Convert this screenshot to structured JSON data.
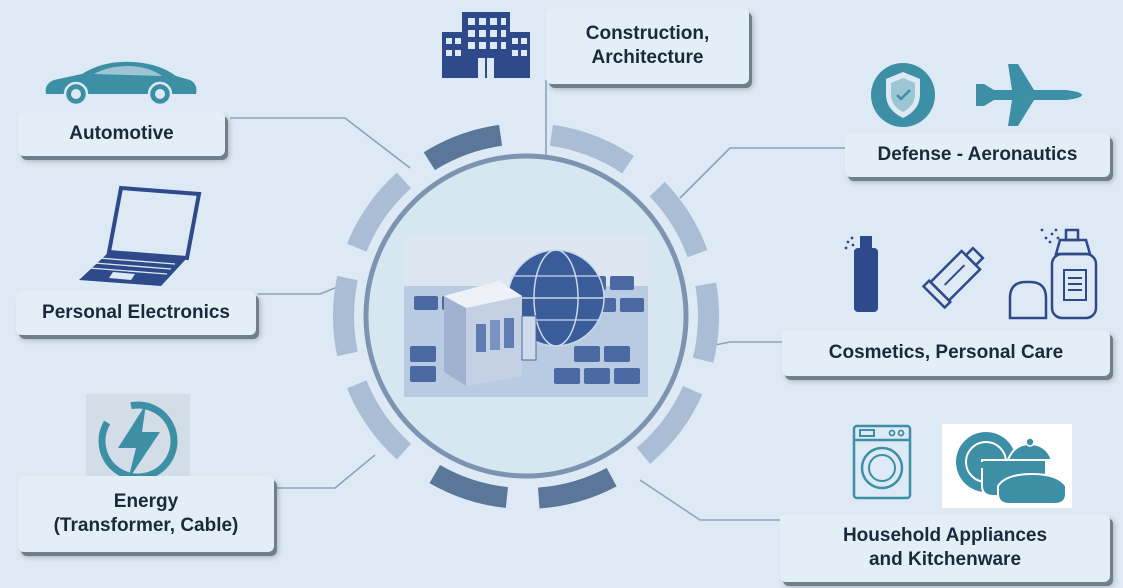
{
  "center": {
    "image": "globe-with-parcel-on-laptop-keyboard"
  },
  "sectors": {
    "construction": {
      "line1": "Construction,",
      "line2": "Architecture"
    },
    "automotive": {
      "label": "Automotive"
    },
    "defense": {
      "label": "Defense - Aeronautics"
    },
    "personal_electronics": {
      "label": "Personal Electronics"
    },
    "cosmetics": {
      "label": "Cosmetics, Personal Care"
    },
    "energy": {
      "line1": "Energy",
      "line2": "(Transformer, Cable)"
    },
    "household": {
      "line1": "Household Appliances",
      "line2": "and Kitchenware"
    }
  },
  "colors": {
    "background": "#dde9f4",
    "box": "#e3eff7",
    "icon_dark": "#2e4a8a",
    "icon_teal": "#3d8fa6",
    "ring_dark": "#5a7699",
    "ring_light": "#a9bdd4"
  }
}
